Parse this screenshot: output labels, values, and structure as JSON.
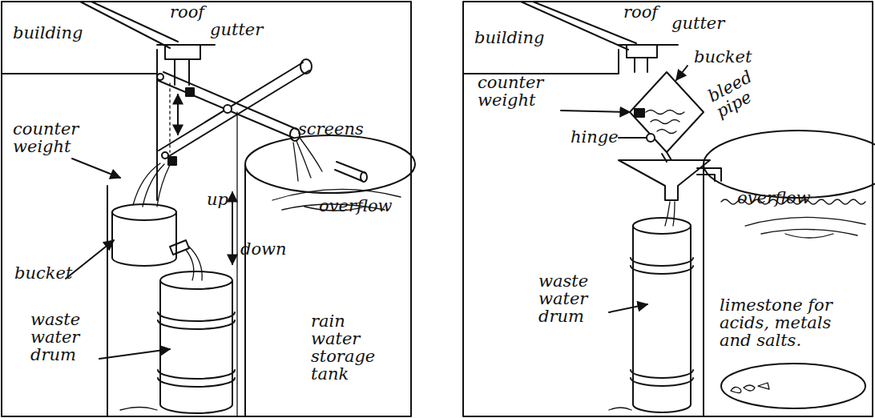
{
  "diagram": {
    "labels": [
      "roof",
      "building",
      "gutter",
      "counter weight",
      "screens",
      "overflow",
      "up",
      "down",
      "bucket",
      "waste water drum",
      "rain water storage tank",
      "roof",
      "gutter",
      "building",
      "bucket",
      "counter weight",
      "hinge",
      "bleed pipe",
      "overflow",
      "waste water drum",
      "limestone for acids, metals and salts."
    ]
  }
}
